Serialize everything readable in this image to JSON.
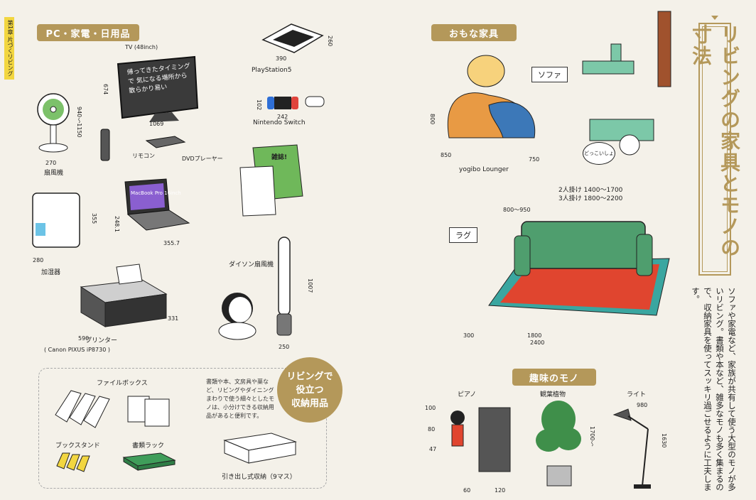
{
  "chapter": "第1章 片づくリビング",
  "sections": {
    "pc": "PC・家電・日用品",
    "furniture": "おもな家具",
    "hobby": "趣味のモノ"
  },
  "title": "リビングの家具とモノの寸法",
  "description": "ソファや家電など、家族が共有して使う大型のモノが多いリビング。書類や本など、雑多なモノも多く集まるので、収納家具を使ってスッキリ過ごせるように工夫します。",
  "storage": {
    "badge_line1": "リビングで",
    "badge_line2": "役立つ",
    "badge_line3": "収納用品",
    "note": "書類や本、文房具や薬など、リビングやダイニングまわりで使う細々としたモノは、小分けできる収納用品があると便利です。",
    "file_box": "ファイルボックス",
    "book_stand": "ブックスタンド",
    "tray": "書類ラック",
    "drawer": "引き出し式収納（9マス）"
  },
  "items": {
    "tv": "TV (48inch)",
    "tv_screen": "帰ってきたタイミングで 気になる場所から 散らかり易い",
    "fan": "扇風機",
    "remote": "リモコン",
    "dvd": "DVDプレーヤー",
    "ps5": "PlayStation5",
    "switch": "Nintendo Switch",
    "laptop": "MacBook Pro 16inch",
    "humidifier": "加湿器",
    "book": "雑誌!",
    "printer": "プリンター",
    "printer_model": "( Canon PIXUS iP8730 )",
    "dyson": "ダイソン扇風機",
    "sofa": "ソファ",
    "rug": "ラグ",
    "yogibo": "yogibo Lounger",
    "sofa_sizes_1": "2人掛け 1400〜1700",
    "sofa_sizes_2": "3人掛け 1800〜2200",
    "piano": "ピアノ",
    "plant": "観葉植物",
    "light": "ライト",
    "bubble": "どっこいしょ"
  },
  "dims": {
    "tv_w": "1069",
    "tv_h": "674",
    "fan_w": "270",
    "fan_h": "940〜1150",
    "ps5_w": "390",
    "ps5_h": "260",
    "switch_w": "242",
    "switch_h": "102",
    "laptop_w": "355.7",
    "laptop_d": "248.1",
    "hum_w": "280",
    "hum_h": "355",
    "printer_w": "590",
    "printer_d": "331",
    "dyson_h": "1007",
    "dyson_w": "250",
    "yogibo_w": "750",
    "yogibo_h": "800",
    "yogibo_d": "850",
    "rug_w": "2400",
    "rug_mid": "1800",
    "rug_side": "300",
    "sofa_d": "800〜950",
    "piano_h1": "100",
    "piano_h2": "80",
    "piano_h3": "47",
    "piano_x1": "60",
    "piano_x2": "120",
    "plant_h": "1700〜",
    "light_w": "980",
    "light_h": "1630"
  }
}
